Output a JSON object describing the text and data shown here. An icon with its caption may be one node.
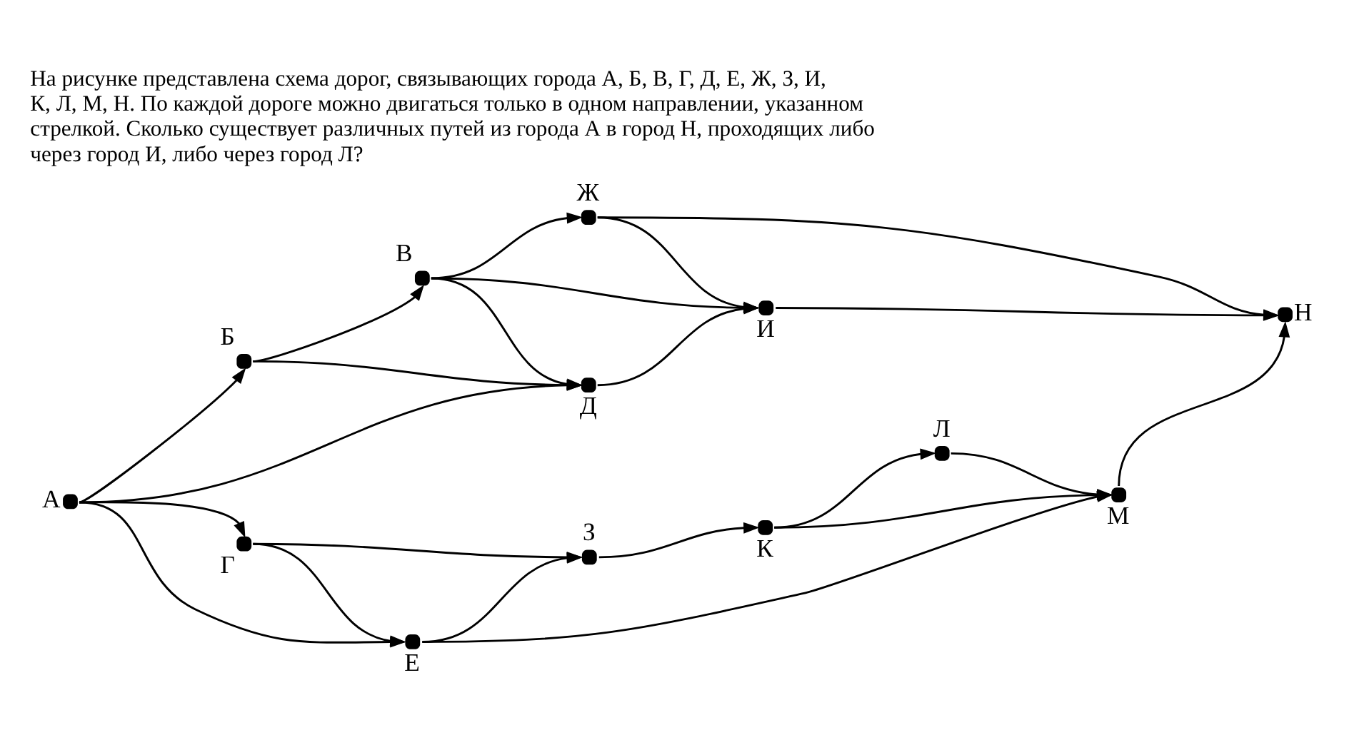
{
  "diagram": {
    "title": "На рисунке представлена схема дорог, связывающих города А, Б, В, Г, Д, Е, Ж, З, И, К, Л, М, Н. По каждой дороге можно двигаться только в одном направлении, указанном стрелкой. Сколько существует различных путей из города А в город Н, проходящих либо через город И, либо через город Л?",
    "nodes": [
      {
        "text": [
          "А"
        ]
      },
      {
        "text": [
          "Б"
        ]
      },
      {
        "text": [
          "В"
        ]
      },
      {
        "text": [
          "Г"
        ]
      },
      {
        "text": [
          "Д"
        ]
      },
      {
        "text": [
          "Е"
        ]
      },
      {
        "text": [
          "Ж"
        ]
      },
      {
        "text": [
          "З"
        ]
      },
      {
        "text": [
          "И"
        ]
      },
      {
        "text": [
          "К"
        ]
      },
      {
        "text": [
          "Л"
        ]
      },
      {
        "text": [
          "М"
        ]
      },
      {
        "text": [
          "Н"
        ]
      }
    ],
    "edges": [
      {
        "from": 0,
        "to": 1,
        "arrow": "to"
      },
      {
        "from": 0,
        "to": 4,
        "arrow": "to"
      },
      {
        "from": 0,
        "to": 5,
        "arrow": "to"
      },
      {
        "from": 0,
        "to": 3,
        "arrow": "to"
      },
      {
        "from": 1,
        "to": 2,
        "arrow": "to"
      },
      {
        "from": 1,
        "to": 4,
        "arrow": "to"
      },
      {
        "from": 2,
        "to": 6,
        "arrow": "to"
      },
      {
        "from": 2,
        "to": 4,
        "arrow": "to"
      },
      {
        "from": 2,
        "to": 8,
        "arrow": "to"
      },
      {
        "from": 6,
        "to": 12,
        "arrow": "to"
      },
      {
        "from": 6,
        "to": 8,
        "arrow": "to"
      },
      {
        "from": 4,
        "to": 8,
        "arrow": "to"
      },
      {
        "from": 8,
        "to": 12,
        "arrow": "to"
      },
      {
        "from": 5,
        "to": 11,
        "arrow": "to"
      },
      {
        "from": 5,
        "to": 7,
        "arrow": "to"
      },
      {
        "from": 3,
        "to": 5,
        "arrow": "to"
      },
      {
        "from": 3,
        "to": 7,
        "arrow": "to"
      },
      {
        "from": 7,
        "to": 9,
        "arrow": "to"
      },
      {
        "from": 9,
        "to": 11,
        "arrow": "to"
      },
      {
        "from": 9,
        "to": 10,
        "arrow": "to"
      },
      {
        "from": 10,
        "to": 11,
        "arrow": "to"
      },
      {
        "from": 11,
        "to": 12,
        "arrow": "to"
      }
    ]
  }
}
